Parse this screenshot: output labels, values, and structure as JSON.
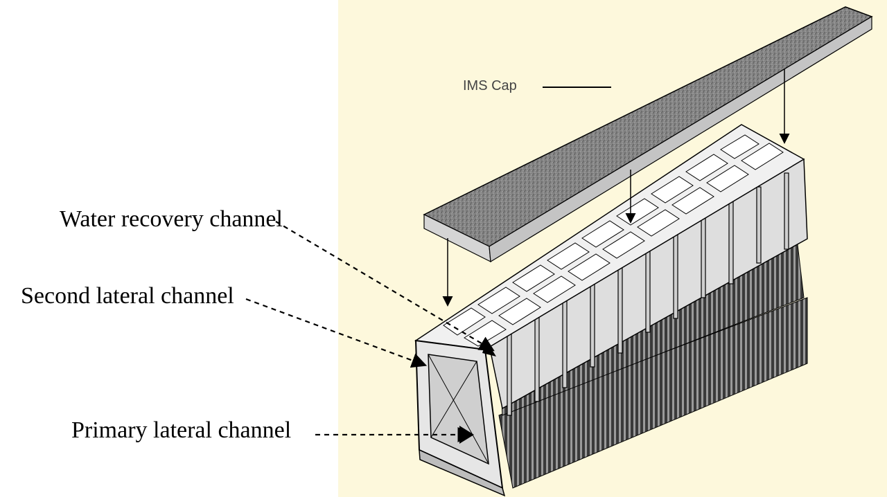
{
  "labels": {
    "ims_cap": "IMS Cap",
    "water_recovery_channel": "Water recovery channel",
    "second_lateral_channel": "Second lateral channel",
    "primary_lateral_channel": "Primary lateral channel"
  },
  "colors": {
    "panel_background": "#fdf8dc",
    "cap_fill": "#7d7d7d",
    "body_face": "#d9d9d9",
    "body_top": "#efefef",
    "fin_dark": "#2b2b2b",
    "line": "#000000"
  }
}
